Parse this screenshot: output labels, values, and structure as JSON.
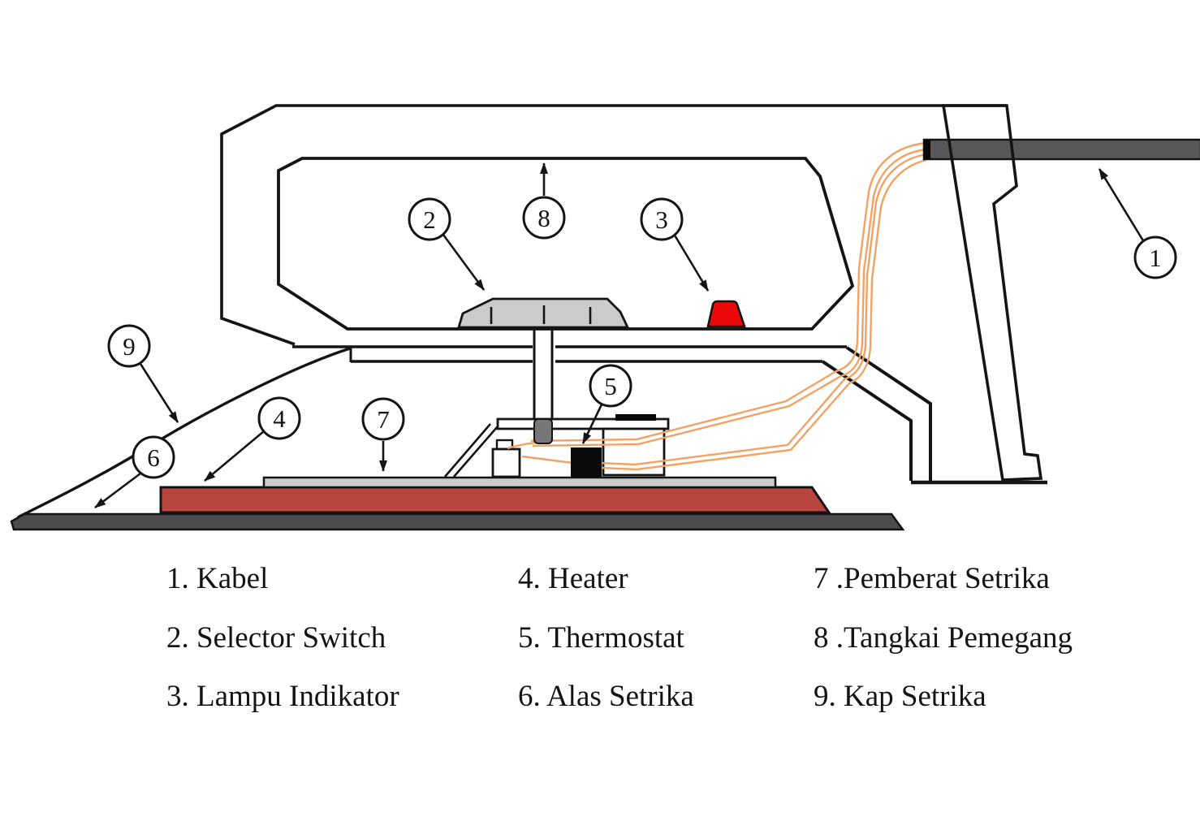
{
  "title": "Electric iron parts diagram",
  "callouts": [
    "1",
    "2",
    "3",
    "4",
    "5",
    "6",
    "7",
    "8",
    "9"
  ],
  "legend": {
    "col1": [
      "1. Kabel",
      "2. Selector Switch",
      "3. Lampu Indikator"
    ],
    "col2": [
      "4. Heater",
      "5. Thermostat",
      "6. Alas Setrika"
    ],
    "col3": [
      "7 .Pemberat Setrika",
      "8 .Tangkai Pemegang",
      "9. Kap Setrika"
    ]
  },
  "colors": {
    "ink": "#141414",
    "heater": "#b8463e",
    "lamp": "#ec0808",
    "cable": "#58585a",
    "soleplate": "#4c4c4e",
    "metal_light": "#cbcbcb",
    "plug": "#77777a",
    "wire": "#f2a265",
    "thermostat": "#0a0a0a"
  }
}
